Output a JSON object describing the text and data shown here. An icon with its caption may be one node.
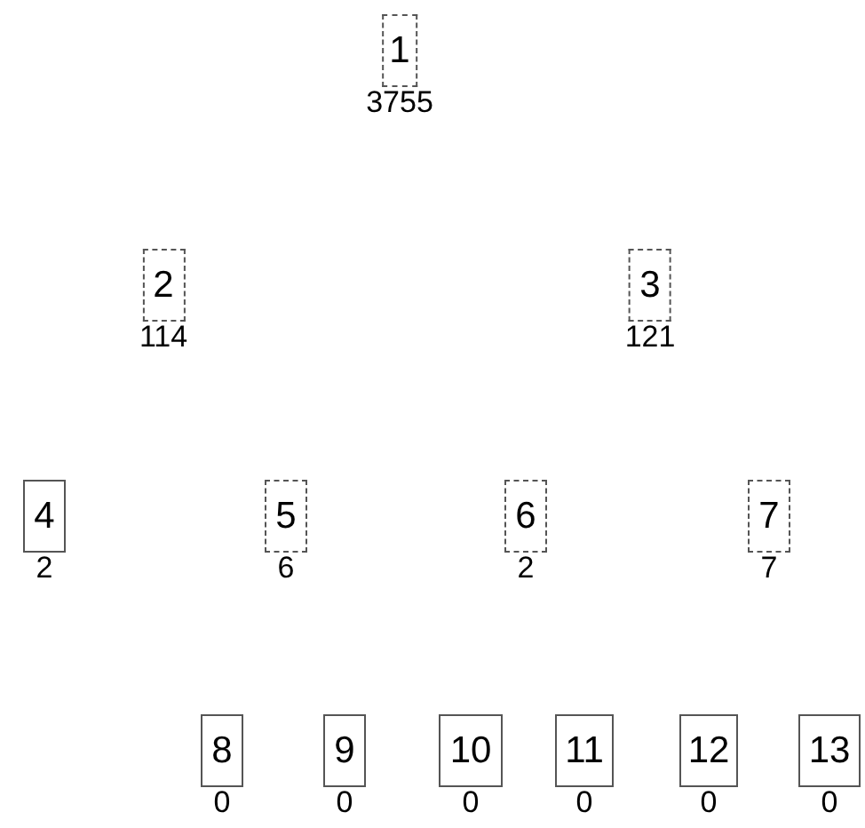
{
  "diagram": {
    "nodes": [
      {
        "text": [
          "1"
        ],
        "beside": [
          "3755"
        ]
      },
      {
        "text": [
          "2"
        ],
        "beside": [
          "114"
        ]
      },
      {
        "text": [
          "3"
        ],
        "beside": [
          "121"
        ]
      },
      {
        "text": [
          "4"
        ],
        "beside": [
          "2"
        ]
      },
      {
        "text": [
          "5"
        ],
        "beside": [
          "6"
        ]
      },
      {
        "text": [
          "6"
        ],
        "beside": [
          "2"
        ]
      },
      {
        "text": [
          "7"
        ],
        "beside": [
          "7"
        ]
      },
      {
        "text": [
          "8"
        ],
        "beside": [
          "0"
        ]
      },
      {
        "text": [
          "9"
        ],
        "beside": [
          "0"
        ]
      },
      {
        "text": [
          "10"
        ],
        "beside": [
          "0"
        ]
      },
      {
        "text": [
          "11"
        ],
        "beside": [
          "0"
        ]
      },
      {
        "text": [
          "12"
        ],
        "beside": [
          "0"
        ]
      },
      {
        "text": [
          "13"
        ],
        "beside": [
          "0"
        ]
      }
    ]
  }
}
